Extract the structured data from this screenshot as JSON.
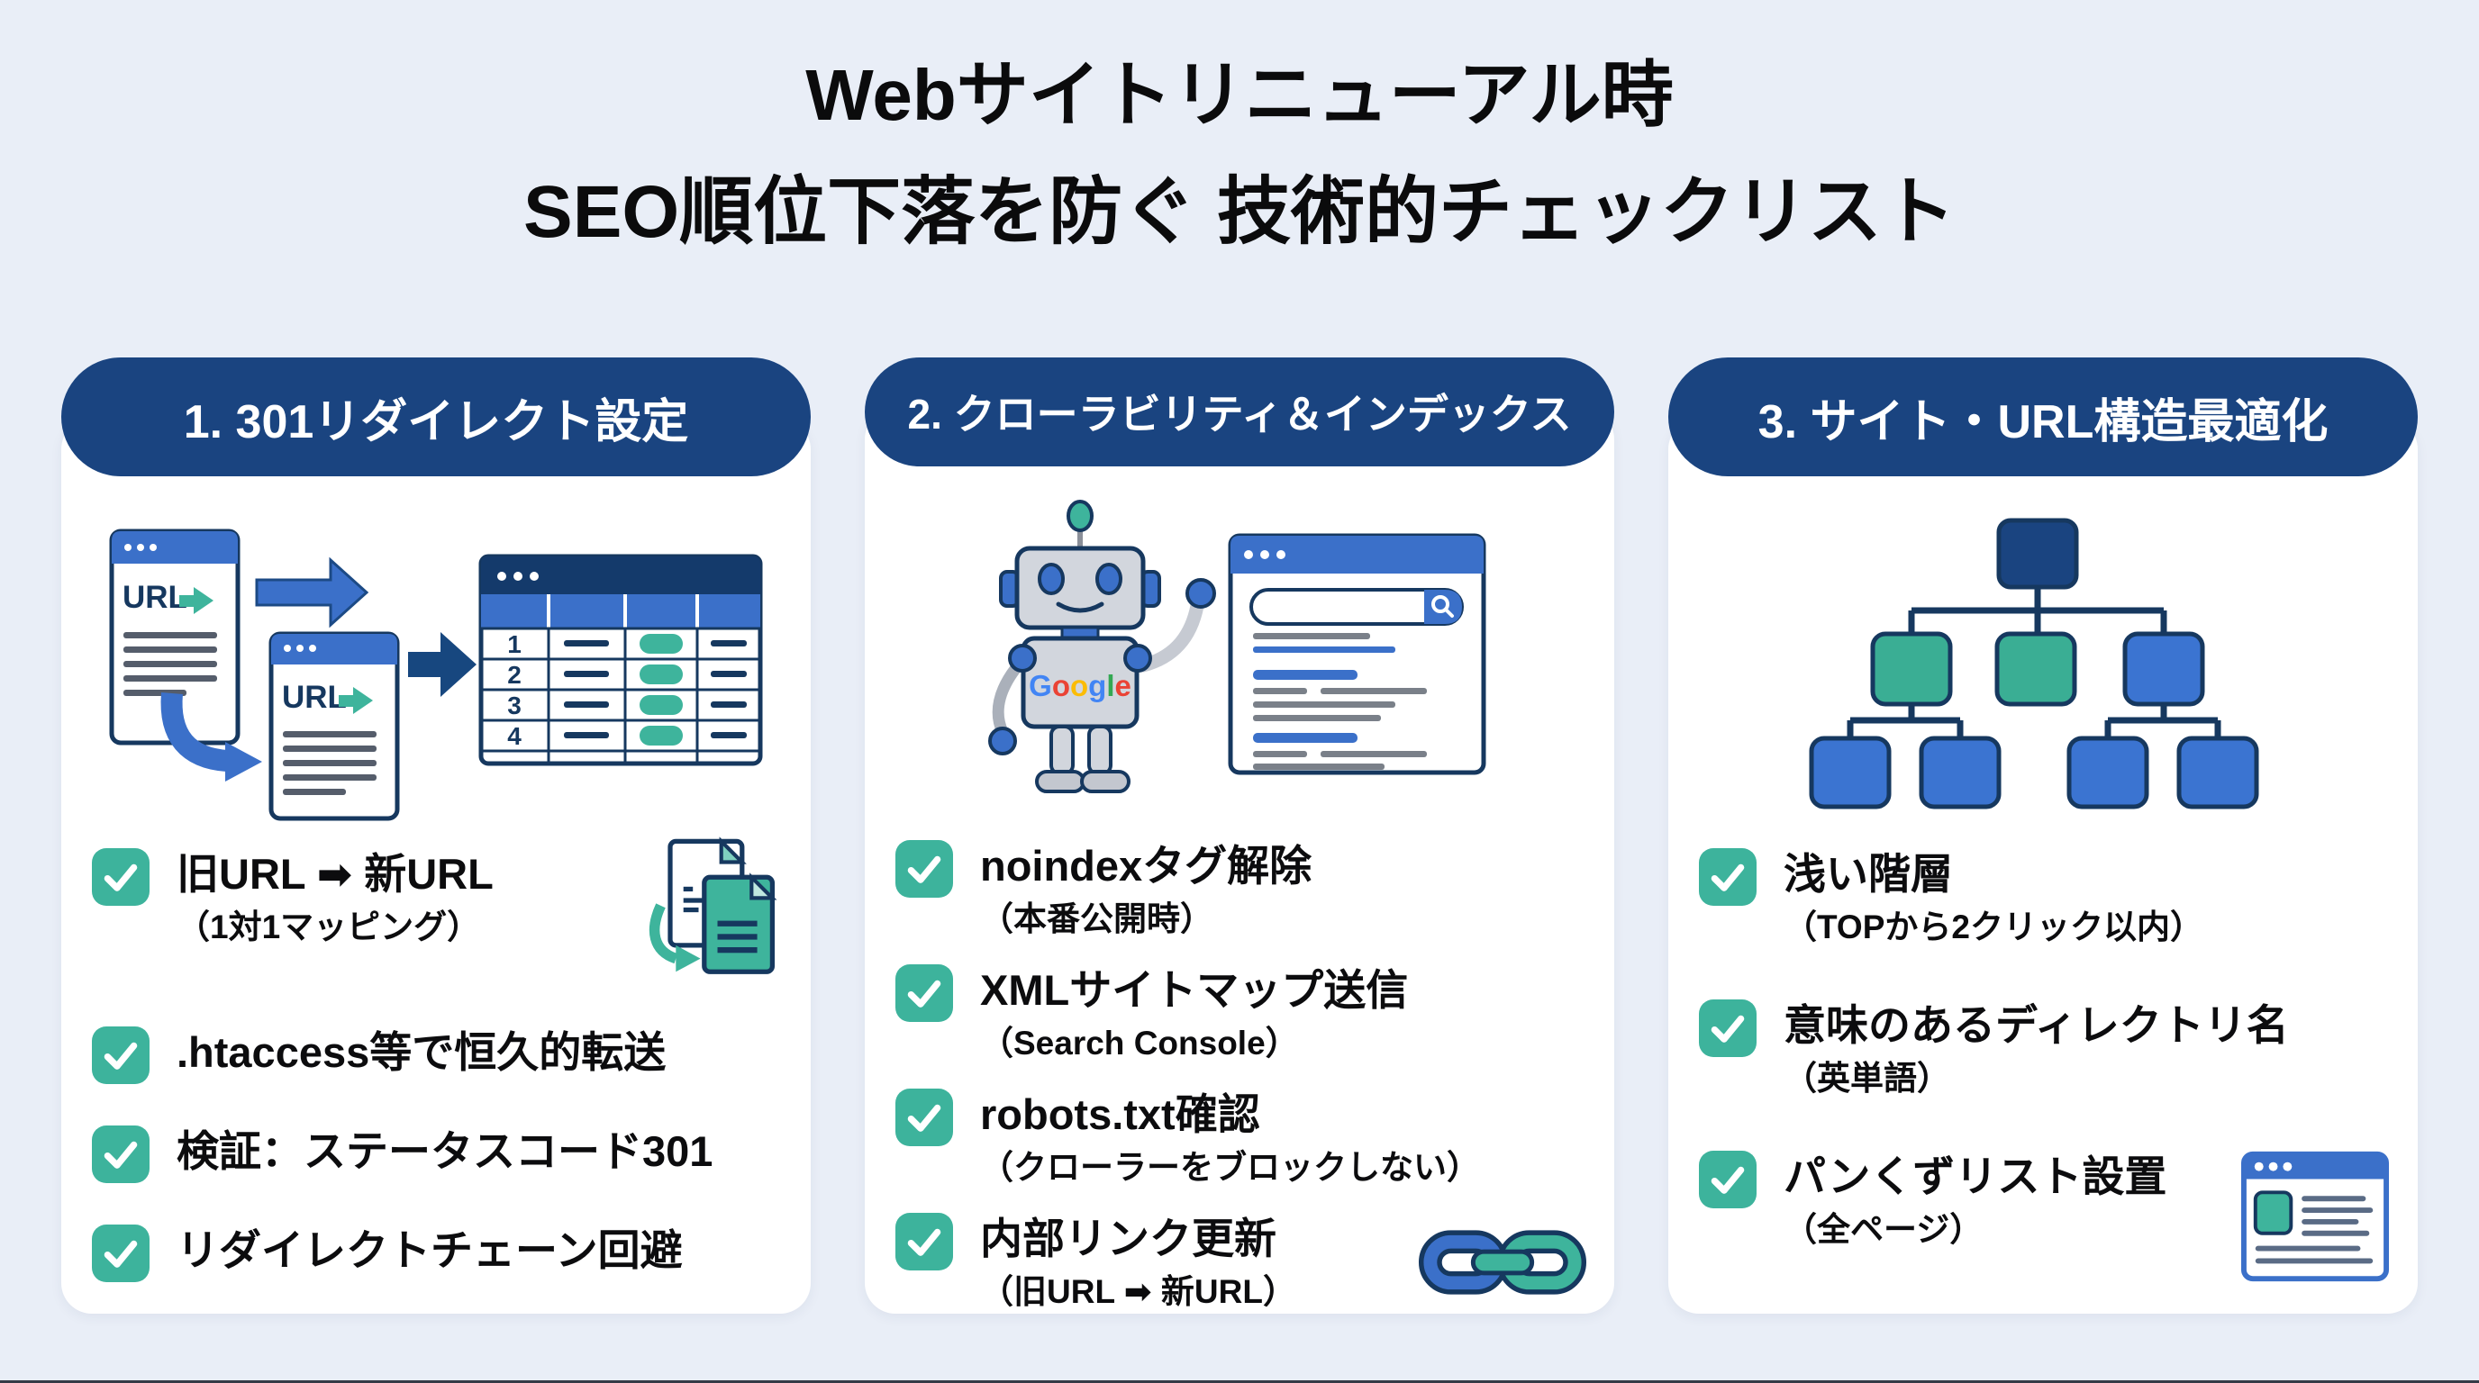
{
  "page": {
    "title_line1": "Webサイトリニューアル時",
    "title_line2": "SEO順位下落を防ぐ 技術的チェックリスト"
  },
  "colors": {
    "background": "#e9eef7",
    "card": "#ffffff",
    "header_navy": "#1a4480",
    "outline_navy": "#16385f",
    "check_teal": "#3db39c",
    "accent_blue": "#3b70c9",
    "tree_teal": "#3aae94",
    "tree_blue": "#3b74d1",
    "google_blue": "#4285f4",
    "google_red": "#ea4335",
    "google_yellow": "#fbbc05",
    "google_green": "#34a853"
  },
  "cards": [
    {
      "header": "1. 301リダイレクト設定",
      "illustration": "url-redirect-mapping-table",
      "mini_window_label": "URL",
      "table_row_numbers": [
        "1",
        "2",
        "3",
        "4"
      ],
      "items": [
        {
          "main": "旧URL ➡ 新URL",
          "sub": "（1対1マッピング）",
          "icon": "documents-transfer-icon"
        },
        {
          "main": ".htaccess等で恒久的転送"
        },
        {
          "main": "検証：ステータスコード301"
        },
        {
          "main": "リダイレクトチェーン回避"
        }
      ]
    },
    {
      "header": "2. クローラビリティ＆インデックス",
      "illustration": "googlebot-and-serp",
      "robot_logo_letters": [
        {
          "ch": "G",
          "fill": "#4285f4"
        },
        {
          "ch": "o",
          "fill": "#ea4335"
        },
        {
          "ch": "o",
          "fill": "#fbbc05"
        },
        {
          "ch": "g",
          "fill": "#4285f4"
        },
        {
          "ch": "l",
          "fill": "#34a853"
        },
        {
          "ch": "e",
          "fill": "#ea4335"
        }
      ],
      "items": [
        {
          "main": "noindexタグ解除",
          "sub": "（本番公開時）"
        },
        {
          "main": "XMLサイトマップ送信",
          "sub": "（Search Console）"
        },
        {
          "main": "robots.txt確認",
          "sub": "（クローラーをブロックしない）"
        },
        {
          "main": "内部リンク更新",
          "sub": "（旧URL ➡ 新URL）",
          "icon": "chain-link-icon"
        }
      ]
    },
    {
      "header": "3. サイト・URL構造最適化",
      "illustration": "sitemap-tree",
      "items": [
        {
          "main": "浅い階層",
          "sub": "（TOPから2クリック以内）"
        },
        {
          "main": "意味のあるディレクトリ名",
          "sub": "（英単語）"
        },
        {
          "main": "パンくずリスト設置",
          "sub": "（全ページ）",
          "icon": "breadcrumb-page-icon"
        }
      ]
    }
  ]
}
